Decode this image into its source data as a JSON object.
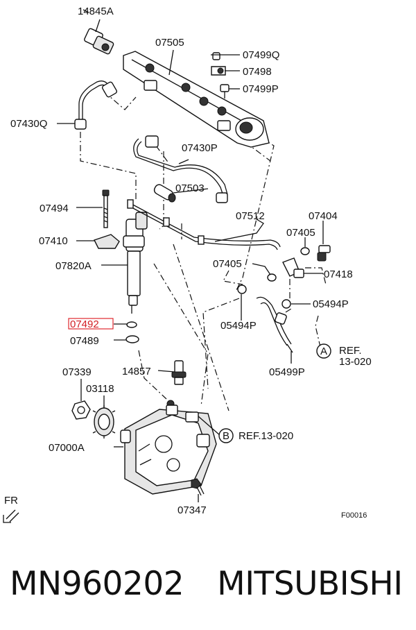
{
  "parts": {
    "p14845A": "14845A",
    "p07505": "07505",
    "p07499Q": "07499Q",
    "p07498": "07498",
    "p07499P": "07499P",
    "p07430Q": "07430Q",
    "p07430P": "07430P",
    "p07503": "07503",
    "p07494": "07494",
    "p07512": "07512",
    "p07404": "07404",
    "p07410": "07410",
    "p07405a": "07405",
    "p07820A": "07820A",
    "p07405b": "07405",
    "p07418": "07418",
    "p05494Pa": "05494P",
    "p07492": "07492",
    "p05494Pb": "05494P",
    "p07489": "07489",
    "p05499P": "05499P",
    "p07339": "07339",
    "p14857": "14857",
    "p03118": "03118",
    "p07000A": "07000A",
    "p07347": "07347"
  },
  "refs": {
    "a_circle": "A",
    "a_line1": "REF.",
    "a_line2": "13-020",
    "b_circle": "B",
    "b_text": "REF.13-020"
  },
  "orientation": "FR",
  "figure_code": "F00016",
  "part_number": "MN960202",
  "brand": "MITSUBISHI",
  "highlight_color": "#e0292e"
}
